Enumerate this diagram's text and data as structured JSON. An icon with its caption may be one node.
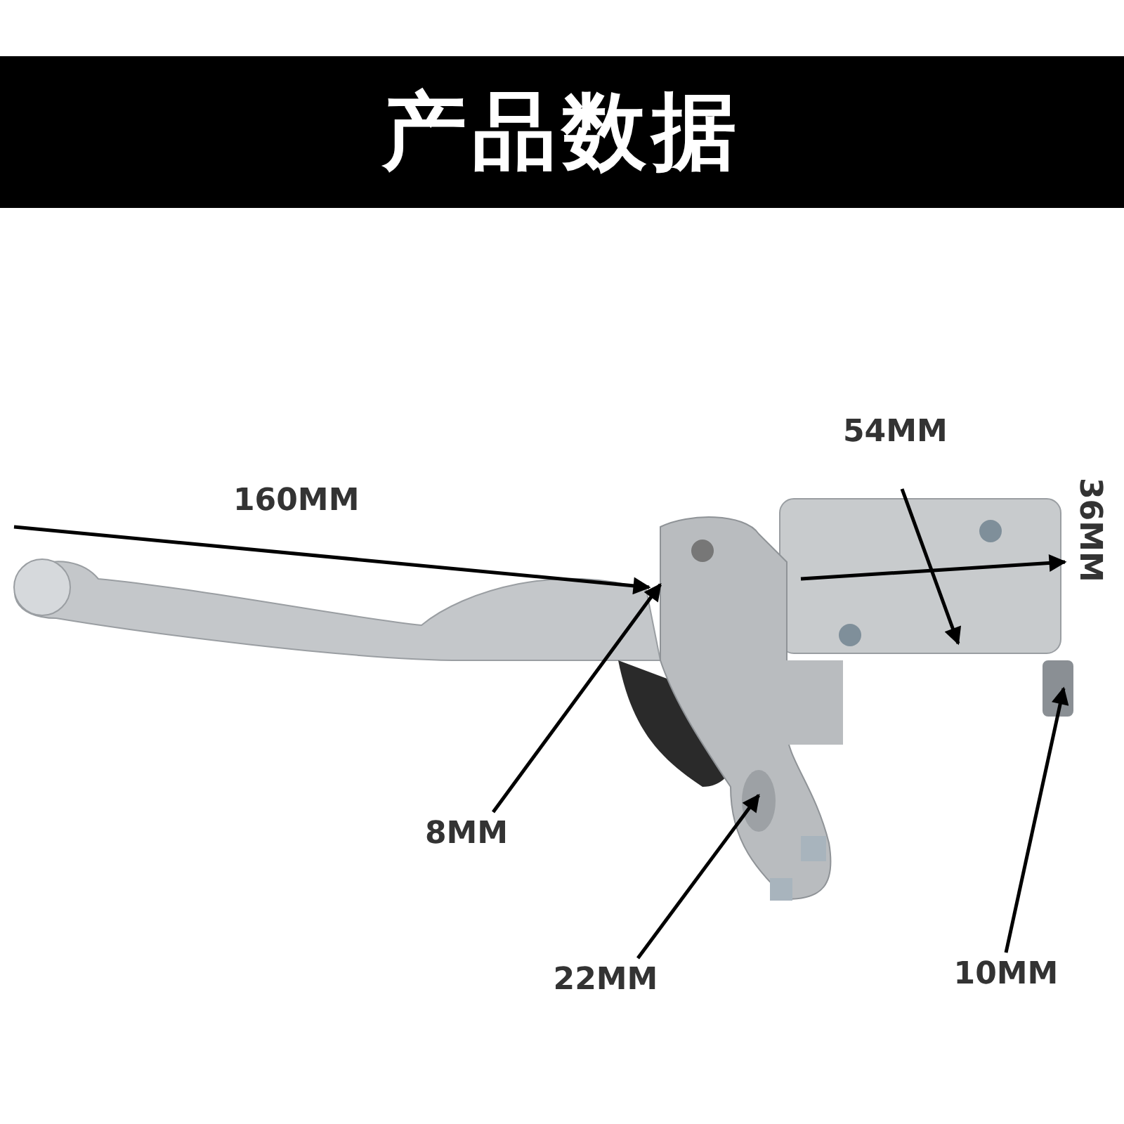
{
  "diagram": {
    "title": "产品数据",
    "nodes": [
      {
        "text": [
          "8MM"
        ]
      },
      {
        "text": [
          "22MM"
        ]
      },
      {
        "text": [
          "10MM"
        ]
      }
    ],
    "edges": [
      {
        "from": 0,
        "to": null,
        "arrow": "to"
      },
      {
        "from": 1,
        "to": null,
        "arrow": "to"
      },
      {
        "from": 2,
        "to": null,
        "arrow": "to"
      }
    ],
    "labels": [
      "160MM",
      "54MM",
      "36MM"
    ]
  }
}
